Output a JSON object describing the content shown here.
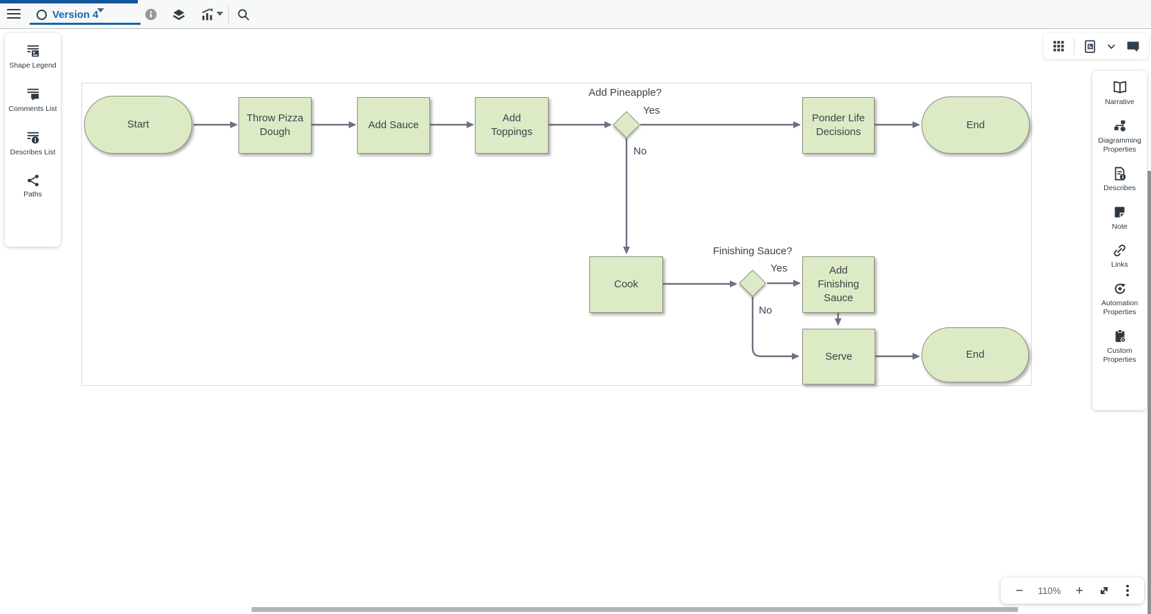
{
  "topbar": {
    "version_selector": {
      "label": "Version 4"
    },
    "accent_color": "#1766ab"
  },
  "left_panel": {
    "items": [
      {
        "label": "Shape Legend",
        "icon": "shape-legend-icon"
      },
      {
        "label": "Comments List",
        "icon": "comments-list-icon"
      },
      {
        "label": "Describes List",
        "icon": "describes-list-icon"
      },
      {
        "label": "Paths",
        "icon": "paths-icon"
      }
    ]
  },
  "right_panel": {
    "items": [
      {
        "label": "Narrative",
        "icon": "book-icon"
      },
      {
        "label": "Diagramming Properties",
        "icon": "hierarchy-gear-icon"
      },
      {
        "label": "Describes",
        "icon": "file-info-icon"
      },
      {
        "label": "Note",
        "icon": "note-icon"
      },
      {
        "label": "Links",
        "icon": "link-icon"
      },
      {
        "label": "Automation Properties",
        "icon": "automation-gear-icon"
      },
      {
        "label": "Custom Properties",
        "icon": "clipboard-gear-icon"
      }
    ]
  },
  "topright_icons": [
    "grid-icon",
    "document-export-icon",
    "chevron-down-icon",
    "chat-icon"
  ],
  "toolbar_icons": [
    "hamburger-icon",
    "info-icon",
    "layers-icon",
    "chart-trend-icon",
    "search-icon"
  ],
  "zoom_controls": {
    "level": "110%",
    "minus": "−",
    "plus": "+"
  },
  "diagram": {
    "colors": {
      "node_fill": "#dcebc5",
      "node_border": "#8b9078",
      "edge": "#6f7080"
    },
    "nodes": [
      {
        "id": "start",
        "type": "terminator",
        "label": "Start"
      },
      {
        "id": "throw-pizza-dough",
        "type": "process",
        "label": "Throw Pizza Dough"
      },
      {
        "id": "add-sauce",
        "type": "process",
        "label": "Add Sauce"
      },
      {
        "id": "add-toppings",
        "type": "process",
        "label": "Add Toppings"
      },
      {
        "id": "add-pineapple",
        "type": "decision",
        "label": "Add Pineapple?"
      },
      {
        "id": "ponder-life-decisions",
        "type": "process",
        "label": "Ponder Life Decisions"
      },
      {
        "id": "end-top",
        "type": "terminator",
        "label": "End"
      },
      {
        "id": "cook",
        "type": "process",
        "label": "Cook"
      },
      {
        "id": "finishing-sauce",
        "type": "decision",
        "label": "Finishing Sauce?"
      },
      {
        "id": "add-finishing-sauce",
        "type": "process",
        "label": "Add Finishing Sauce"
      },
      {
        "id": "serve",
        "type": "process",
        "label": "Serve"
      },
      {
        "id": "end-bottom",
        "type": "terminator",
        "label": "End"
      }
    ],
    "edge_labels": [
      {
        "id": "pineapple-yes",
        "label": "Yes"
      },
      {
        "id": "pineapple-no",
        "label": "No"
      },
      {
        "id": "finishing-yes",
        "label": "Yes"
      },
      {
        "id": "finishing-no",
        "label": "No"
      }
    ]
  }
}
